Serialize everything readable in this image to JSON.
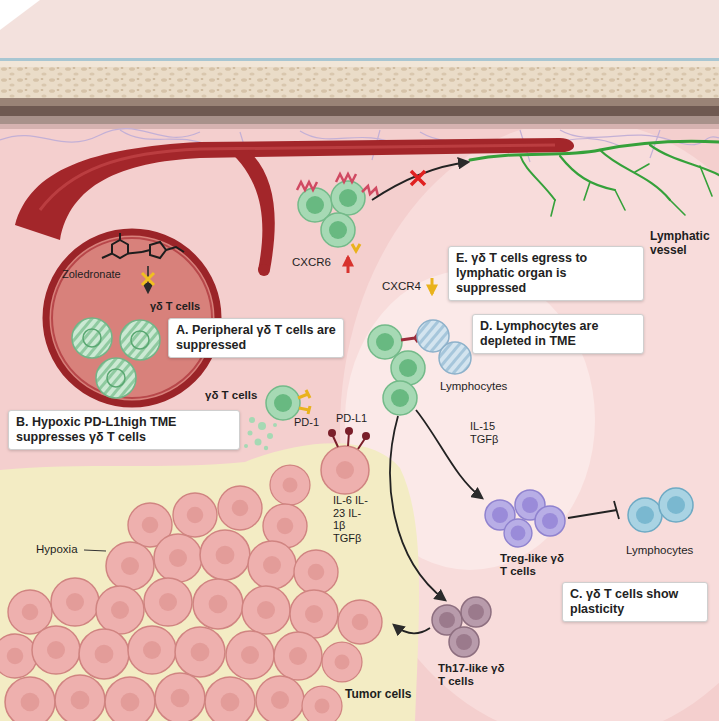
{
  "diagram": {
    "nodes": [
      {
        "text": [
          "E. γδ T cells egress to lymphatic organ is suppressed"
        ]
      },
      {
        "text": [
          "A. Peripheral γδ T cells are suppressed"
        ]
      },
      {
        "text": [
          "D. Lymphocytes are depleted in TME"
        ]
      },
      {
        "text": [
          "B. Hypoxic PD-L1high TME suppresses γδ T cells"
        ]
      },
      {
        "text": [
          "C. γδ T cells show plasticity"
        ]
      }
    ],
    "labels": [
      "Zoledronate",
      "γδ T cells",
      "CXCR6",
      "Lymphatic vessel",
      "CXCR4",
      "Lymphocytes",
      "γδ T cells",
      "PD-1",
      "PD-L1",
      "IL-15 TGFβ",
      "IL-6 IL-23 IL-1β TGFβ",
      "Lymphocytes",
      "Treg-like γδ T cells",
      "Hypoxia",
      "Th17-like γδ T cells",
      "Tumor cells"
    ]
  }
}
